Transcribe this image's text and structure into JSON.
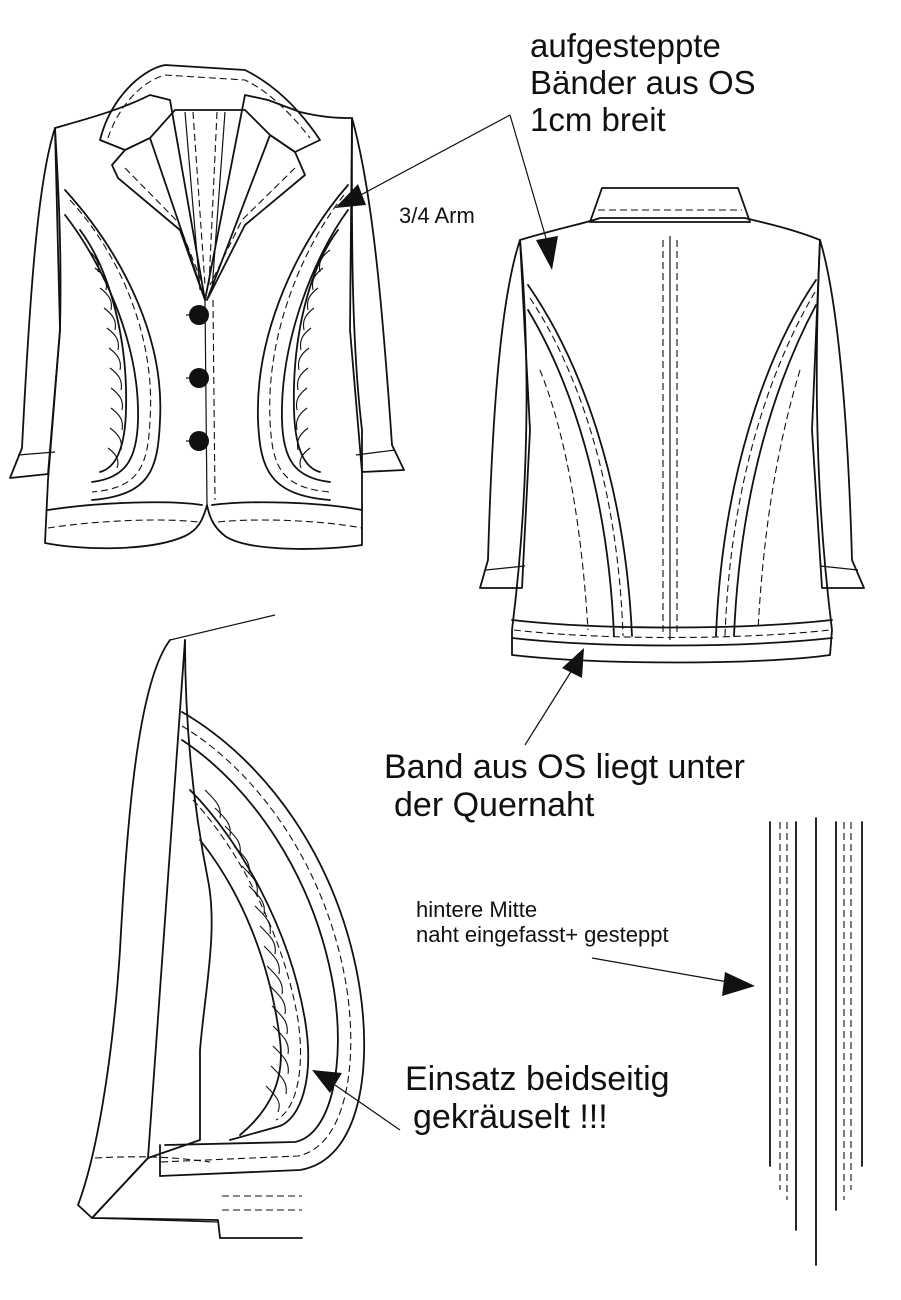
{
  "labels": {
    "top_line1": "aufgesteppte",
    "top_line2": "Bänder aus OS",
    "top_line3": "1cm breit",
    "sleeve": "3/4 Arm",
    "band_line1": "Band aus OS liegt unter",
    "band_line2": "der Quernaht",
    "mitte_line1": "hintere Mitte",
    "mitte_line2": "naht eingefasst+ gesteppt",
    "einsatz_line1": "Einsatz beidseitig",
    "einsatz_line2": "gekräuselt !!!"
  },
  "colors": {
    "ink": "#111111",
    "paper": "#ffffff"
  }
}
